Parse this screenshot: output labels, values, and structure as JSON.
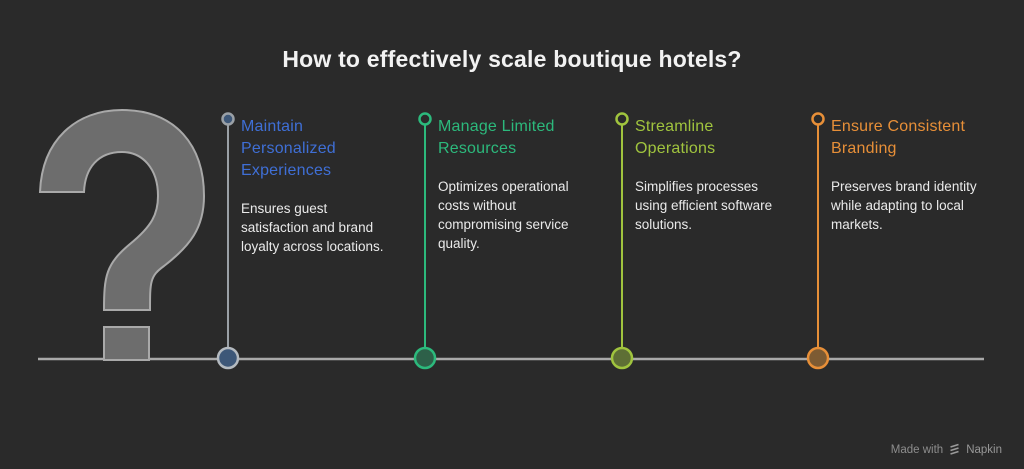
{
  "title": "How to effectively scale boutique hotels?",
  "colors": {
    "background": "#2a2a2a",
    "axis": "#a9a9a9",
    "question_mark_fill": "#6d6d6d",
    "question_mark_stroke": "#a9a9a9",
    "body_text": "#eaeaea"
  },
  "items": [
    {
      "title": "Maintain Personalized Experiences",
      "description": "Ensures guest satisfaction and brand loyalty across locations.",
      "accent": "#3f6fd6",
      "connector": "#9aa0a6",
      "node_stroke": "#b4bac0",
      "node_fill": "#3d5778",
      "top_node_fill": "#3d5778",
      "top_node_stroke": "#9aa0a6"
    },
    {
      "title": "Manage Limited Resources",
      "description": "Optimizes operational costs without compromising service quality.",
      "accent": "#2cb97c",
      "connector": "#2cb97c",
      "node_stroke": "#2cb97c",
      "node_fill": "#2d6049",
      "top_node_fill": "#2a2a2a",
      "top_node_stroke": "#2cb97c"
    },
    {
      "title": "Streamline Operations",
      "description": "Simplifies processes using efficient software solutions.",
      "accent": "#a0c43e",
      "connector": "#a0c43e",
      "node_stroke": "#a0c43e",
      "node_fill": "#5e6f35",
      "top_node_fill": "#2a2a2a",
      "top_node_stroke": "#a0c43e"
    },
    {
      "title": "Ensure Consistent Branding",
      "description": "Preserves brand identity while adapting to local markets.",
      "accent": "#e78f38",
      "connector": "#e78f38",
      "node_stroke": "#e78f38",
      "node_fill": "#7d5b33",
      "top_node_fill": "#2a2a2a",
      "top_node_stroke": "#e78f38"
    }
  ],
  "footer": {
    "made_with": "Made with",
    "brand": "Napkin"
  }
}
